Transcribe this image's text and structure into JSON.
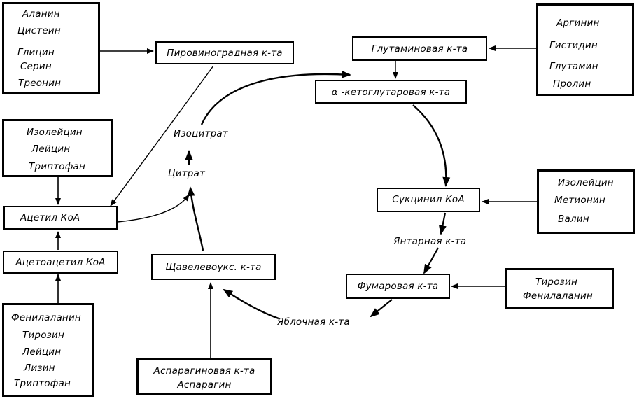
{
  "groups": {
    "top_left": [
      "Аланин",
      "Цистеин",
      "Глицин",
      "Серин",
      "Треонин"
    ],
    "mid_left": [
      "Изолейцин",
      "Лейцин",
      "Триптофан"
    ],
    "bottom_left": [
      "Фенилаланин",
      "Тирозин",
      "Лейцин",
      "Лизин",
      "Триптофан"
    ],
    "top_right": [
      "Аргинин",
      "Гистидин",
      "Глутамин",
      "Пролин"
    ],
    "mid_right": [
      "Изолейцин",
      "Метионин",
      "Валин"
    ],
    "bottom_right": [
      "Тирозин",
      "Фенилаланин"
    ],
    "bottom_center": [
      "Аспарагиновая к-та",
      "Аспарагин"
    ]
  },
  "nodes": {
    "pyruvate": "Пировиноградная к-та",
    "glutamate": "Глутаминовая к-та",
    "alpha_kg": "α -кетоглутаровая к-та",
    "acetyl_coa": "Ацетил КоА",
    "acetoacetyl_coa": "Ацетоацетил КоА",
    "succinyl_coa": "Сукцинил КоА",
    "fumarate": "Фумаровая к-та",
    "oxaloacetate": "Щавелевоукс. к-та"
  },
  "cycle_labels": {
    "isocitrate": "Изоцитрат",
    "citrate": "Цитрат",
    "succinate": "Янтарная к-та",
    "malate": "Яблочная к-та"
  }
}
